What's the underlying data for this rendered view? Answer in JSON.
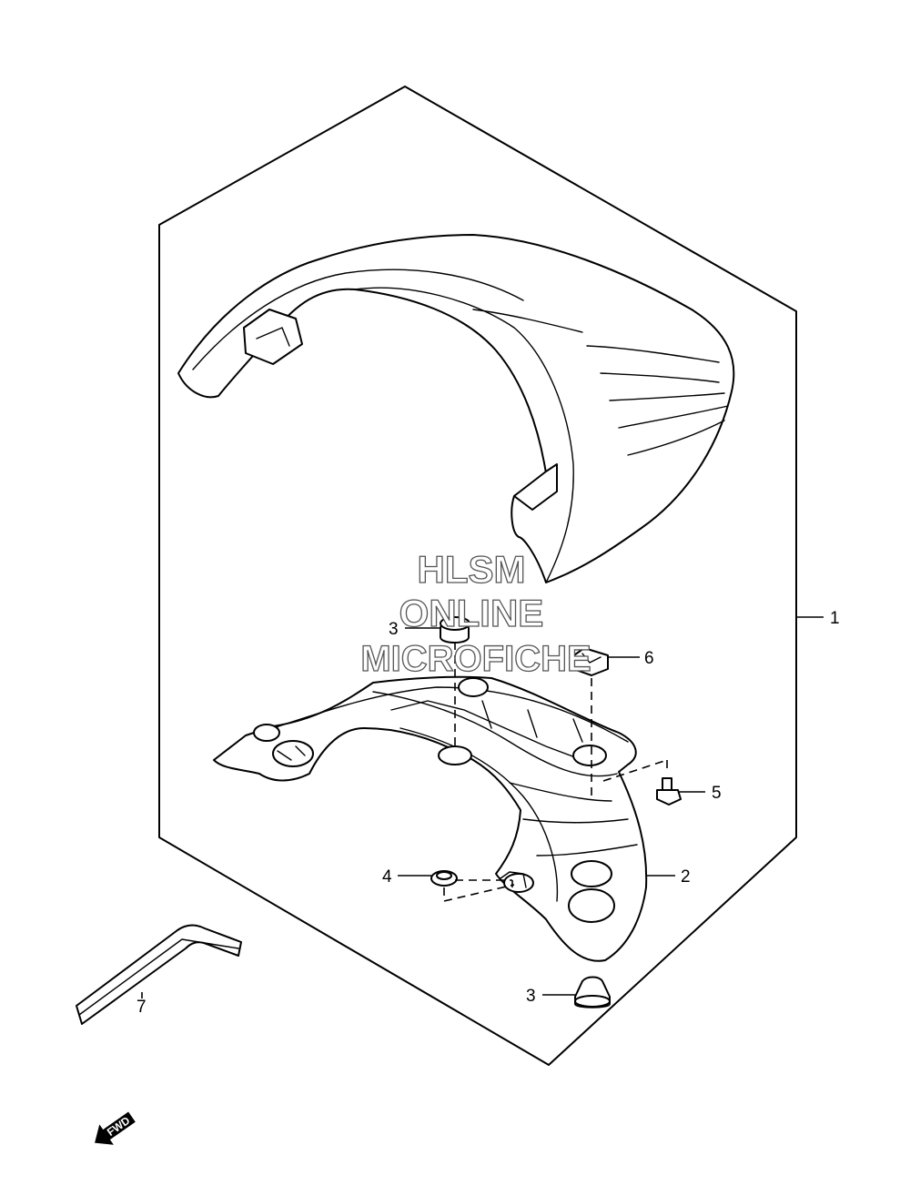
{
  "watermark": {
    "line1": "HLSM",
    "line2": "ONLINE",
    "line3": "MICROFICHE"
  },
  "callouts": [
    {
      "id": "seat-cowl-assembly",
      "label": "1"
    },
    {
      "id": "cowl-base",
      "label": "2"
    },
    {
      "id": "cushion-upper",
      "label": "3"
    },
    {
      "id": "cushion-lower",
      "label": "3"
    },
    {
      "id": "grommet",
      "label": "4"
    },
    {
      "id": "bolt",
      "label": "5"
    },
    {
      "id": "nut-clip",
      "label": "6"
    },
    {
      "id": "hex-wrench",
      "label": "7"
    }
  ],
  "direction_badge": {
    "label": "FWD"
  }
}
